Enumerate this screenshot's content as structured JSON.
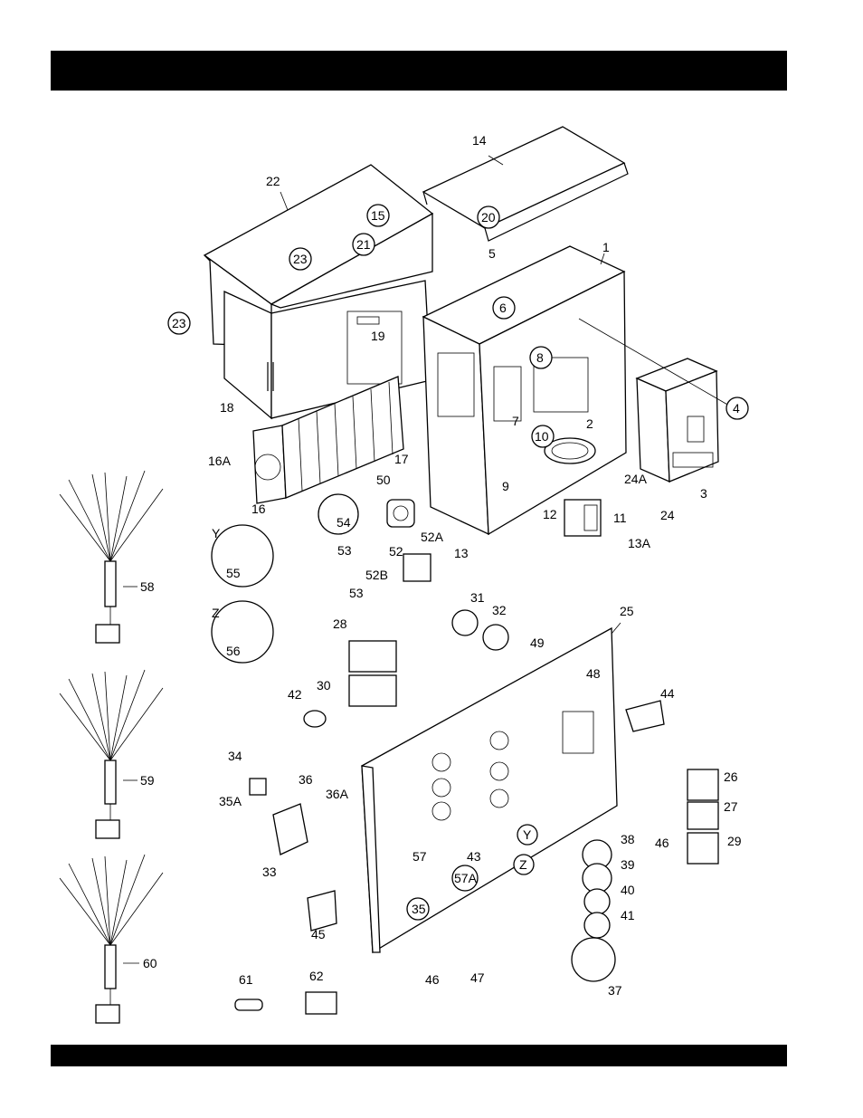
{
  "labels": {
    "l1": "1",
    "l2": "2",
    "l3": "3",
    "l4": "4",
    "l5": "5",
    "l6": "6",
    "l7": "7",
    "l8": "8",
    "l9": "9",
    "l10": "10",
    "l11": "11",
    "l12": "12",
    "l13": "13",
    "l13a": "13A",
    "l14": "14",
    "l15": "15",
    "l16": "16",
    "l16a": "16A",
    "l17": "17",
    "l18": "18",
    "l19": "19",
    "l20": "20",
    "l21": "21",
    "l22": "22",
    "l23a": "23",
    "l23b": "23",
    "l24": "24",
    "l24a": "24A",
    "l25": "25",
    "l26": "26",
    "l27": "27",
    "l28": "28",
    "l29": "29",
    "l30": "30",
    "l31": "31",
    "l32": "32",
    "l33": "33",
    "l34": "34",
    "l35": "35",
    "l35a": "35A",
    "l36": "36",
    "l36a": "36A",
    "l37": "37",
    "l38": "38",
    "l39": "39",
    "l40": "40",
    "l41": "41",
    "l42": "42",
    "l43": "43",
    "l44": "44",
    "l45": "45",
    "l46a": "46",
    "l46b": "46",
    "l47": "47",
    "l48": "48",
    "l49": "49",
    "l50": "50",
    "l52": "52",
    "l52a": "52A",
    "l52b": "52B",
    "l53a": "53",
    "l53b": "53",
    "l54": "54",
    "l55": "55",
    "l56": "56",
    "l57": "57",
    "l57a": "57A",
    "l58": "58",
    "l59": "59",
    "l60": "60",
    "l61": "61",
    "l62": "62",
    "ly1": "Y",
    "lz1": "Z",
    "ly2": "Y",
    "lz2": "Z"
  }
}
